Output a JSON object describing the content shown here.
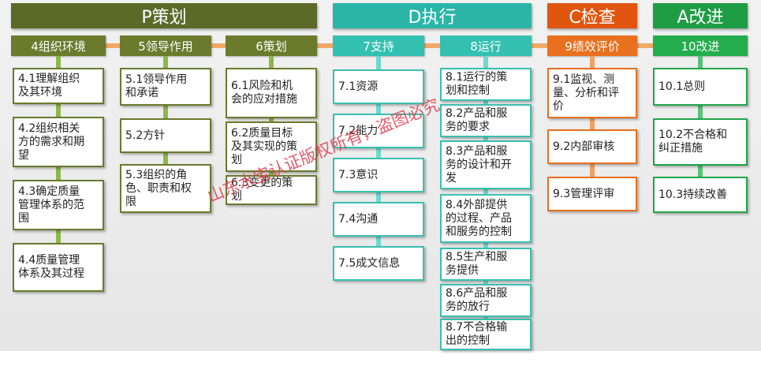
{
  "phases": [
    {
      "id": "P",
      "title": "P策划",
      "color": "#5b6a27",
      "sub_color": "#6b7a2c",
      "clauses": [
        {
          "title": "4组织环境",
          "items": [
            "4.1理解组织\n及其环境",
            "4.2组织相关\n方的需求和期\n望",
            "4.3确定质量\n管理体系的范\n围",
            "4.4质量管理\n体系及其过程"
          ]
        },
        {
          "title": "5领导作用",
          "items": [
            "5.1领导作用\n和承诺",
            "5.2方针",
            "5.3组织的角\n色、职责和权\n限"
          ]
        },
        {
          "title": "6策划",
          "items": [
            "6.1风险和机\n会的应对措施",
            "6.2质量目标\n及其实现的策\n划",
            "6.3变更的策\n划"
          ]
        }
      ]
    },
    {
      "id": "D",
      "title": "D执行",
      "color": "#2bb5a6",
      "sub_color": "#33c0b1",
      "clauses": [
        {
          "title": "7支持",
          "items": [
            "7.1资源",
            "7.2能力",
            "7.3意识",
            "7.4沟通",
            "7.5成文信息"
          ]
        },
        {
          "title": "8运行",
          "items": [
            "8.1运行的策\n划和控制",
            "8.2产品和服\n务的要求",
            "8.3产品和服\n务的设计和开\n发",
            "8.4外部提供\n的过程、产品\n和服务的控制",
            "8.5生产和服\n务提供",
            "8.6产品和服\n务的放行",
            "8.7不合格输\n出的控制"
          ]
        }
      ]
    },
    {
      "id": "C",
      "title": "C检查",
      "color": "#e0560f",
      "sub_color": "#e8701e",
      "clauses": [
        {
          "title": "9绩效评价",
          "items": [
            "9.1监视、测\n量、分析和评\n价",
            "9.2内部审核",
            "9.3管理评审"
          ]
        }
      ]
    },
    {
      "id": "A",
      "title": "A改进",
      "color": "#1f9d45",
      "sub_color": "#23ad4d",
      "clauses": [
        {
          "title": "10改进",
          "items": [
            "10.1总则",
            "10.2不合格和\n纠正措施",
            "10.3持续改善"
          ]
        }
      ]
    }
  ],
  "watermark": "山东水宝认证版权所有，盗图必究"
}
